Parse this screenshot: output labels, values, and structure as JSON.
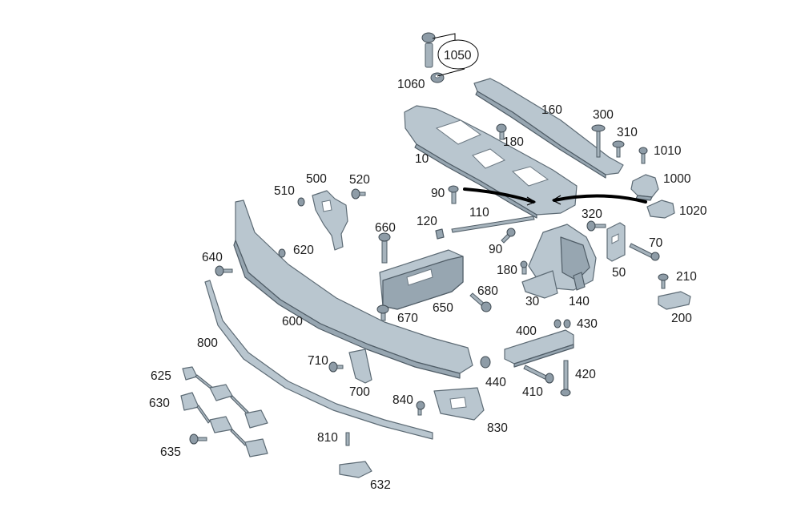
{
  "labels": {
    "p1050": "1050",
    "p1060": "1060",
    "p160": "160",
    "p300": "300",
    "p310": "310",
    "p1010": "1010",
    "p180a": "180",
    "p10": "10",
    "p1000": "1000",
    "p1020": "1020",
    "p500": "500",
    "p520": "520",
    "p510": "510",
    "p90a": "90",
    "p110": "110",
    "p120": "120",
    "p320": "320",
    "p660": "660",
    "p90b": "90",
    "p70": "70",
    "p640": "640",
    "p620": "620",
    "p180b": "180",
    "p50": "50",
    "p210": "210",
    "p680": "680",
    "p30": "30",
    "p140": "140",
    "p650": "650",
    "p200": "200",
    "p670": "670",
    "p600": "600",
    "p400": "400",
    "p430": "430",
    "p800": "800",
    "p710": "710",
    "p440": "440",
    "p420": "420",
    "p625": "625",
    "p700": "700",
    "p410": "410",
    "p630": "630",
    "p840": "840",
    "p830": "830",
    "p810": "810",
    "p635": "635",
    "p632": "632"
  },
  "colors": {
    "part_fill": "#b9c6cf",
    "part_outline": "#5d6b75",
    "label_text": "#1a1a1a"
  }
}
